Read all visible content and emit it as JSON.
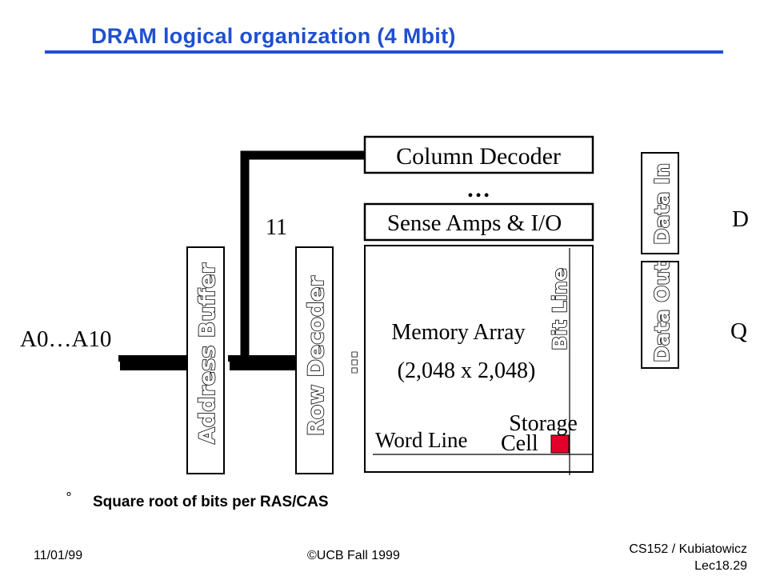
{
  "slide": {
    "title": "DRAM logical organization (4 Mbit)",
    "accent_color": "#1f4fd1"
  },
  "diagram": {
    "column_decoder": "Column Decoder",
    "ellipsis_top": "…",
    "sense_amps": "Sense Amps & I/O",
    "address_bits": "11",
    "address_input": "A0…A10",
    "address_buffer": "Address Buffer",
    "row_decoder": "Row Decoder",
    "ellipsis_side": "…",
    "memory_array_line1": "Memory Array",
    "memory_array_line2": "(2,048 x 2,048)",
    "bit_line": "Bit Line",
    "word_line": "Word Line",
    "storage_line1": "Storage",
    "storage_line2": "Cell",
    "storage_cell_color": "#e5002b",
    "data_in": "Data In",
    "data_out": "Data Out",
    "d_label": "D",
    "q_label": "Q"
  },
  "bullet": {
    "marker": "°",
    "text": "Square root of bits per RAS/CAS"
  },
  "footer": {
    "date": "11/01/99",
    "copyright": "©UCB Fall 1999",
    "course_line1": "CS152 / Kubiatowicz",
    "course_line2": "Lec18.29"
  }
}
